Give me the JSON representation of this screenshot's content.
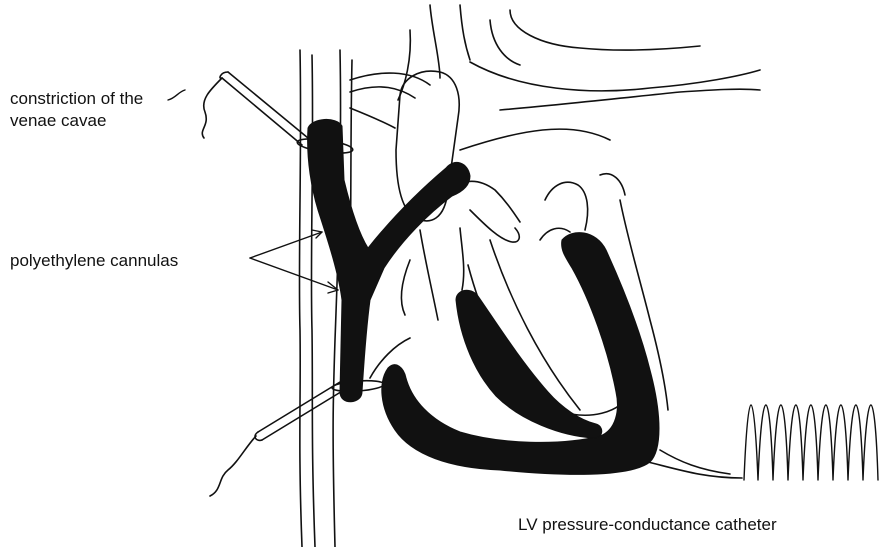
{
  "labels": {
    "constriction_line1": "constriction of the",
    "constriction_line2": "venae cavae",
    "cannulas": "polyethylene cannulas",
    "catheter": "LV pressure-conductance catheter"
  },
  "colors": {
    "ink": "#111111",
    "background": "#ffffff"
  }
}
